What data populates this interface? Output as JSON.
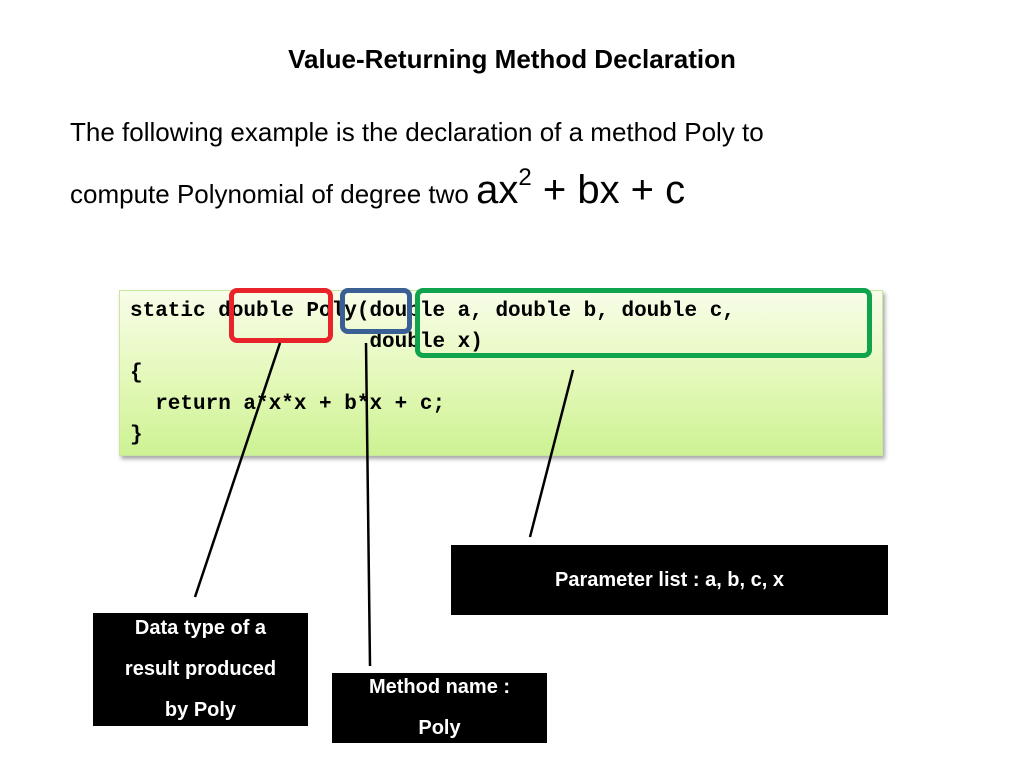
{
  "slide": {
    "title": "Value-Returning Method Declaration",
    "intro_line1": "The following example is the declaration of a method Poly to",
    "intro_line2_prefix": "compute Polynomial of degree two ",
    "formula": {
      "base": "ax",
      "exponent": "2",
      "rest": " + bx + c"
    }
  },
  "code": {
    "line1": "static double Poly(double a, double b, double c,",
    "line2": "                   double x)",
    "line3": "{",
    "line4": "  return a*x*x + b*x + c;",
    "line5": "}"
  },
  "callouts": {
    "return_type": {
      "line1": "Data type of a",
      "line2": "result produced",
      "line3": "by Poly"
    },
    "method_name": {
      "line1": "Method name :",
      "line2": "Poly"
    },
    "parameters": {
      "text": "Parameter list :  a, b, c,  x"
    }
  },
  "colors": {
    "return_type_highlight": "#e8232a",
    "method_name_highlight": "#3a5f95",
    "parameters_highlight": "#10a34e",
    "callout_background": "#000000"
  }
}
